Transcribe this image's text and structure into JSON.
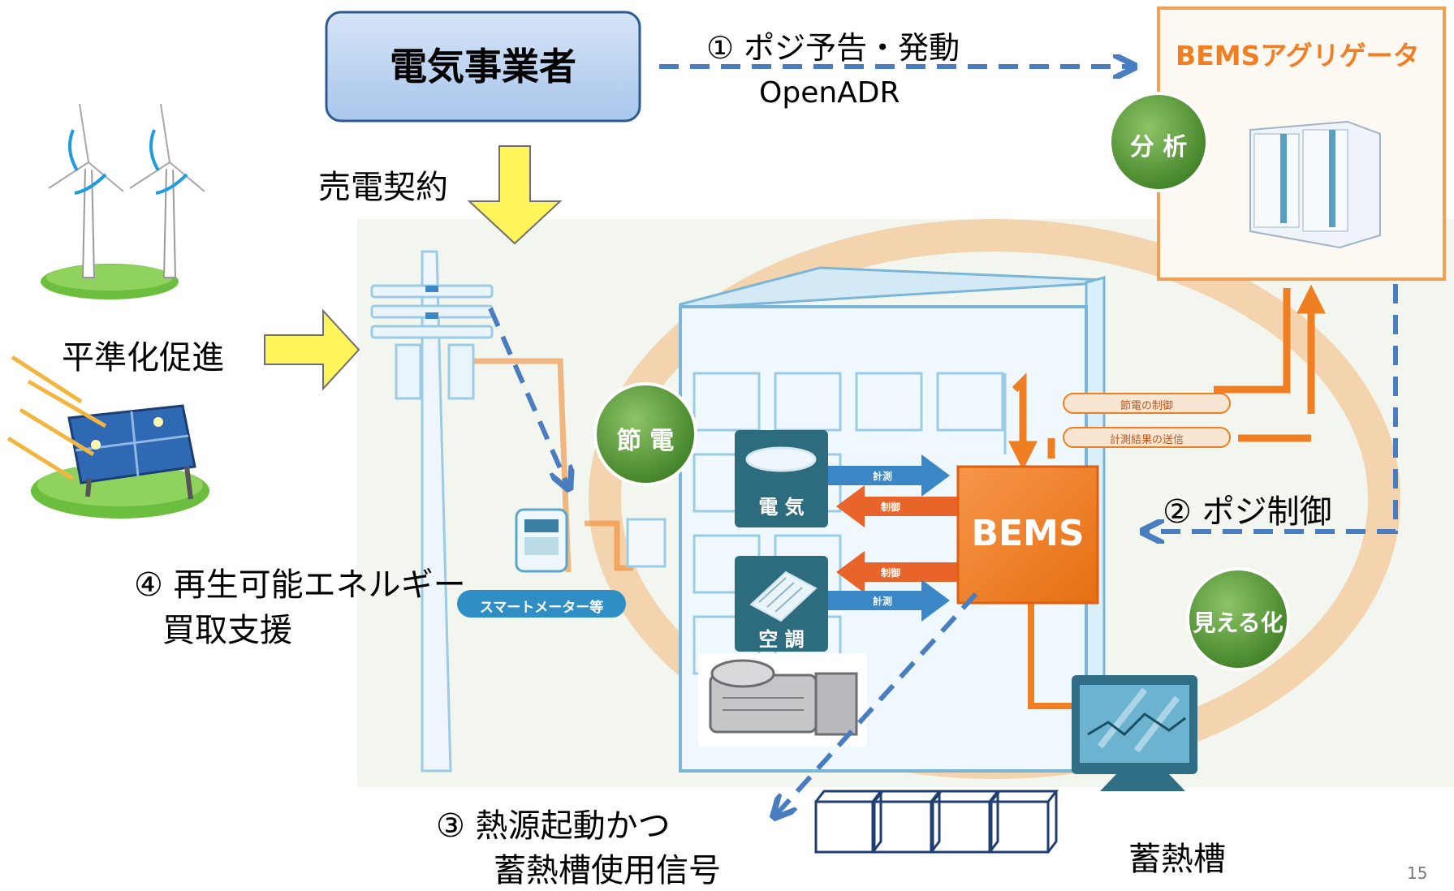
{
  "utility_box": {
    "label": "電気事業者"
  },
  "arrow1": {
    "label": "① ポジ予告・発動",
    "protocol": "OpenADR"
  },
  "aggregator": {
    "title": "BEMSアグリゲータ",
    "analysis_badge": "分 析"
  },
  "contract": {
    "label": "売電契約"
  },
  "leveling": {
    "label": "平準化促進"
  },
  "saving_badge": {
    "label": "節 電"
  },
  "visualize_badge": {
    "label": "見える化"
  },
  "bems": {
    "label": "BEMS"
  },
  "links": {
    "control": "節電の制御",
    "measure_send": "計測結果の送信",
    "measure": "計測",
    "control_short": "制御"
  },
  "devices": {
    "power": "電 気",
    "aircon": "空 調"
  },
  "smart_meter": {
    "label": "スマートメーター等"
  },
  "pos_control": {
    "label": "② ポジ制御"
  },
  "renewable": {
    "line1": "④ 再生可能エネルギー",
    "line2": "買取支援"
  },
  "heat_source": {
    "line1": "③ 熱源起動かつ",
    "line2": "蓄熱槽使用信号"
  },
  "storage_tank": {
    "label": "蓄熱槽"
  },
  "page_number": "15",
  "colors": {
    "accent_orange": "#f07f24",
    "dash_blue": "#4a7dc0",
    "badge_green": "#5f9f3a",
    "yellow_arrow": "#fff45a"
  }
}
